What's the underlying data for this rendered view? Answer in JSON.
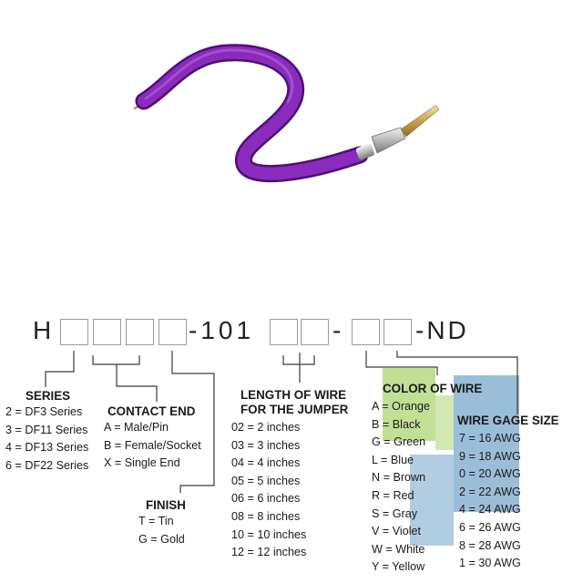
{
  "part_number": {
    "prefix": "H",
    "middle": "-101",
    "dash": "-",
    "suffix": "-ND"
  },
  "series": {
    "heading": "SERIES",
    "items": [
      "2 = DF3 Series",
      "3 = DF11 Series",
      "4 = DF13 Series",
      "6 = DF22 Series"
    ]
  },
  "contact_end": {
    "heading": "CONTACT END",
    "items": [
      "A = Male/Pin",
      "B = Female/Socket",
      "X = Single End"
    ]
  },
  "finish": {
    "heading": "FINISH",
    "items": [
      "T = Tin",
      "G = Gold"
    ]
  },
  "length": {
    "heading_line1": "LENGTH OF WIRE",
    "heading_line2": "FOR THE JUMPER",
    "items": [
      "02 = 2 inches",
      "03 = 3 inches",
      "04 = 4 inches",
      "05 = 5 inches",
      "06 = 6 inches",
      "08 = 8 inches",
      "10 = 10 inches",
      "12 = 12 inches"
    ]
  },
  "color": {
    "heading": "COLOR OF WIRE",
    "items": [
      "A = Orange",
      "B = Black",
      "G = Green",
      "L = Blue",
      "N = Brown",
      "R = Red",
      "S = Gray",
      "V = Violet",
      "W = White",
      "Y = Yellow"
    ]
  },
  "gage": {
    "heading": "WIRE GAGE SIZE",
    "items": [
      "7 = 16 AWG",
      "9 = 18 AWG",
      "0 = 20 AWG",
      "2 = 22 AWG",
      "4 = 24 AWG",
      "6 = 26 AWG",
      "8 = 28 AWG",
      "1 = 30 AWG"
    ]
  },
  "colors": {
    "wire": "#7a22a8",
    "logo_green": "#8cc63f",
    "logo_blue": "#1f6fa8"
  }
}
